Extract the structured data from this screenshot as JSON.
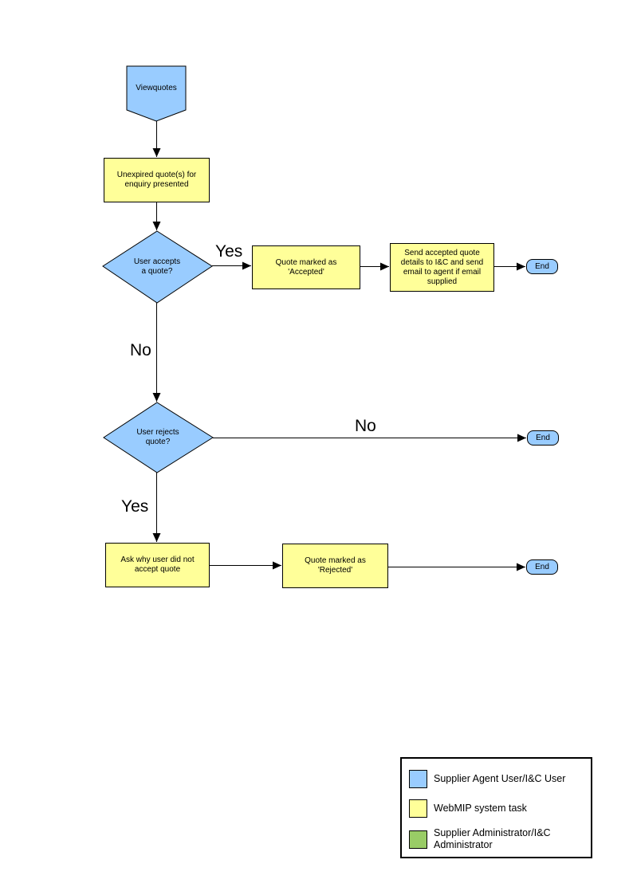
{
  "palette": {
    "actor_blue": "#99CCFF",
    "system_yellow": "#FFFF99",
    "admin_green": "#99CC66",
    "line_black": "#000000"
  },
  "flowchart": {
    "start": "Viewquotes",
    "present_quotes": [
      "Unexpired quote(s) for",
      "enquiry presented"
    ],
    "accept_decision": [
      "User accepts",
      "a quote?"
    ],
    "mark_accepted": [
      "Quote marked as",
      "'Accepted'"
    ],
    "send_details": [
      "Send accepted quote",
      "details to I&C and send",
      "email to agent if email",
      "supplied"
    ],
    "reject_decision": [
      "User rejects",
      "quote?"
    ],
    "ask_why": [
      "Ask why user did not",
      "accept quote"
    ],
    "mark_rejected": [
      "Quote marked as",
      "'Rejected'"
    ],
    "end_label": "End",
    "edge_labels": {
      "accept_yes": "Yes",
      "accept_no": "No",
      "reject_no": "No",
      "reject_yes": "Yes"
    }
  },
  "legend": {
    "items": [
      {
        "label": "Supplier Agent User/I&C User",
        "color": "#99CCFF"
      },
      {
        "label": "WebMIP system task",
        "color": "#FFFF99"
      },
      {
        "label": [
          "Supplier Administrator/I&C",
          "Administrator"
        ],
        "color": "#99CC66"
      }
    ]
  }
}
